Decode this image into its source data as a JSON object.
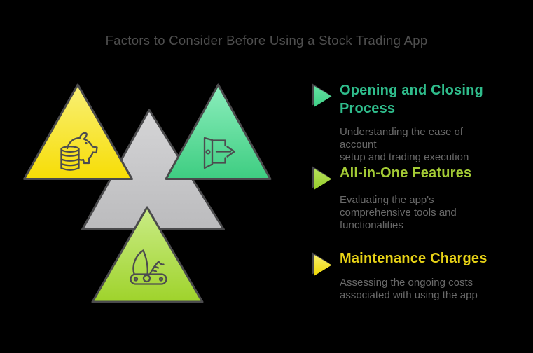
{
  "title": "Factors to Consider Before Using a Stock Trading App",
  "sections": [
    {
      "heading": "Opening and Closing\nProcess",
      "body": "Understanding the ease of account\nsetup and trading execution",
      "accent_color": "#2fbd8c",
      "arrow_icon": "green-right-arrow"
    },
    {
      "heading": "All-in-One Features",
      "body": "Evaluating the app's\ncomprehensive tools and\nfunctionalities",
      "accent_color": "#a4cb35",
      "arrow_icon": "lime-right-arrow"
    },
    {
      "heading": "Maintenance Charges",
      "body": "Assessing the ongoing costs\nassociated with using the app",
      "accent_color": "#e7d216",
      "arrow_icon": "yellow-right-arrow"
    }
  ],
  "diagram": {
    "center_triangle": {
      "icon": "none",
      "color_top": "#d3d3d5",
      "color_bottom": "#bcbcbe"
    },
    "triangles": [
      {
        "position": "top-left",
        "icon": "piggy-bank-coins",
        "color_top": "#f7ef6f",
        "color_bottom": "#f7dd05",
        "relates_to": "Maintenance Charges"
      },
      {
        "position": "top-right",
        "icon": "exit-door-arrow",
        "color_top": "#8ceebd",
        "color_bottom": "#3ecd81",
        "relates_to": "Opening and Closing Process"
      },
      {
        "position": "bottom",
        "icon": "swiss-army-knife",
        "color_top": "#c9ec85",
        "color_bottom": "#9fd32b",
        "relates_to": "All-in-One Features"
      }
    ],
    "outline_color": "#4a4a4c"
  },
  "colors": {
    "background": "#000000",
    "title_text": "#4f4f4f",
    "body_text": "#696969"
  }
}
